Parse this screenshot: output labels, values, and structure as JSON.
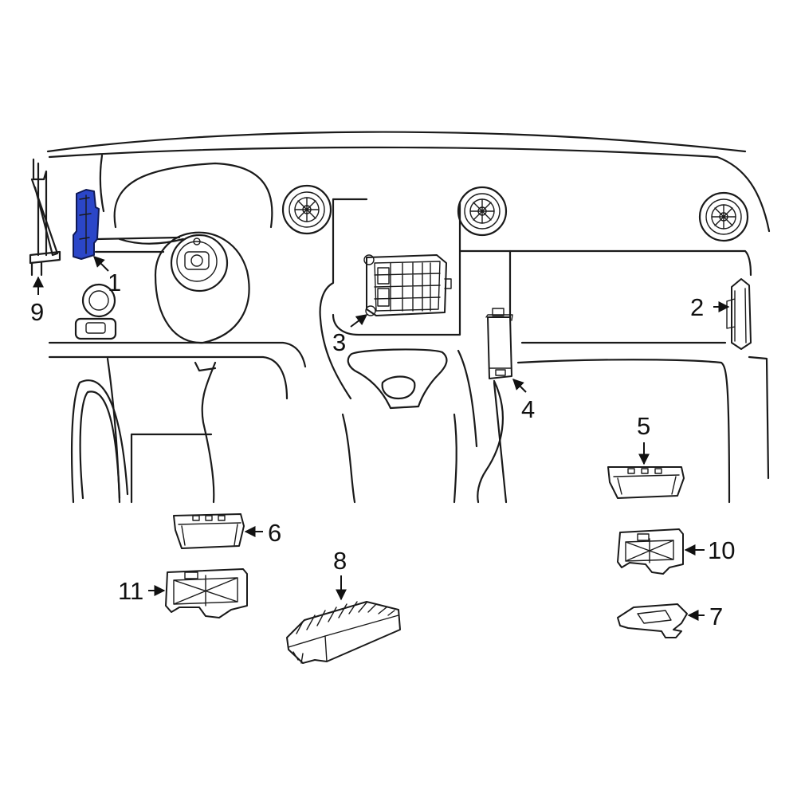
{
  "colors": {
    "line": "#1a1a1a",
    "highlight_fill": "#2b46c8",
    "highlight_stroke": "#101a55",
    "background": "#ffffff"
  },
  "callouts": [
    {
      "id": "1",
      "text": "1"
    },
    {
      "id": "2",
      "text": "2"
    },
    {
      "id": "3",
      "text": "3"
    },
    {
      "id": "4",
      "text": "4"
    },
    {
      "id": "5",
      "text": "5"
    },
    {
      "id": "6",
      "text": "6"
    },
    {
      "id": "7",
      "text": "7"
    },
    {
      "id": "8",
      "text": "8"
    },
    {
      "id": "9",
      "text": "9"
    },
    {
      "id": "10",
      "text": "10"
    },
    {
      "id": "11",
      "text": "11"
    }
  ],
  "highlighted_part": "1"
}
